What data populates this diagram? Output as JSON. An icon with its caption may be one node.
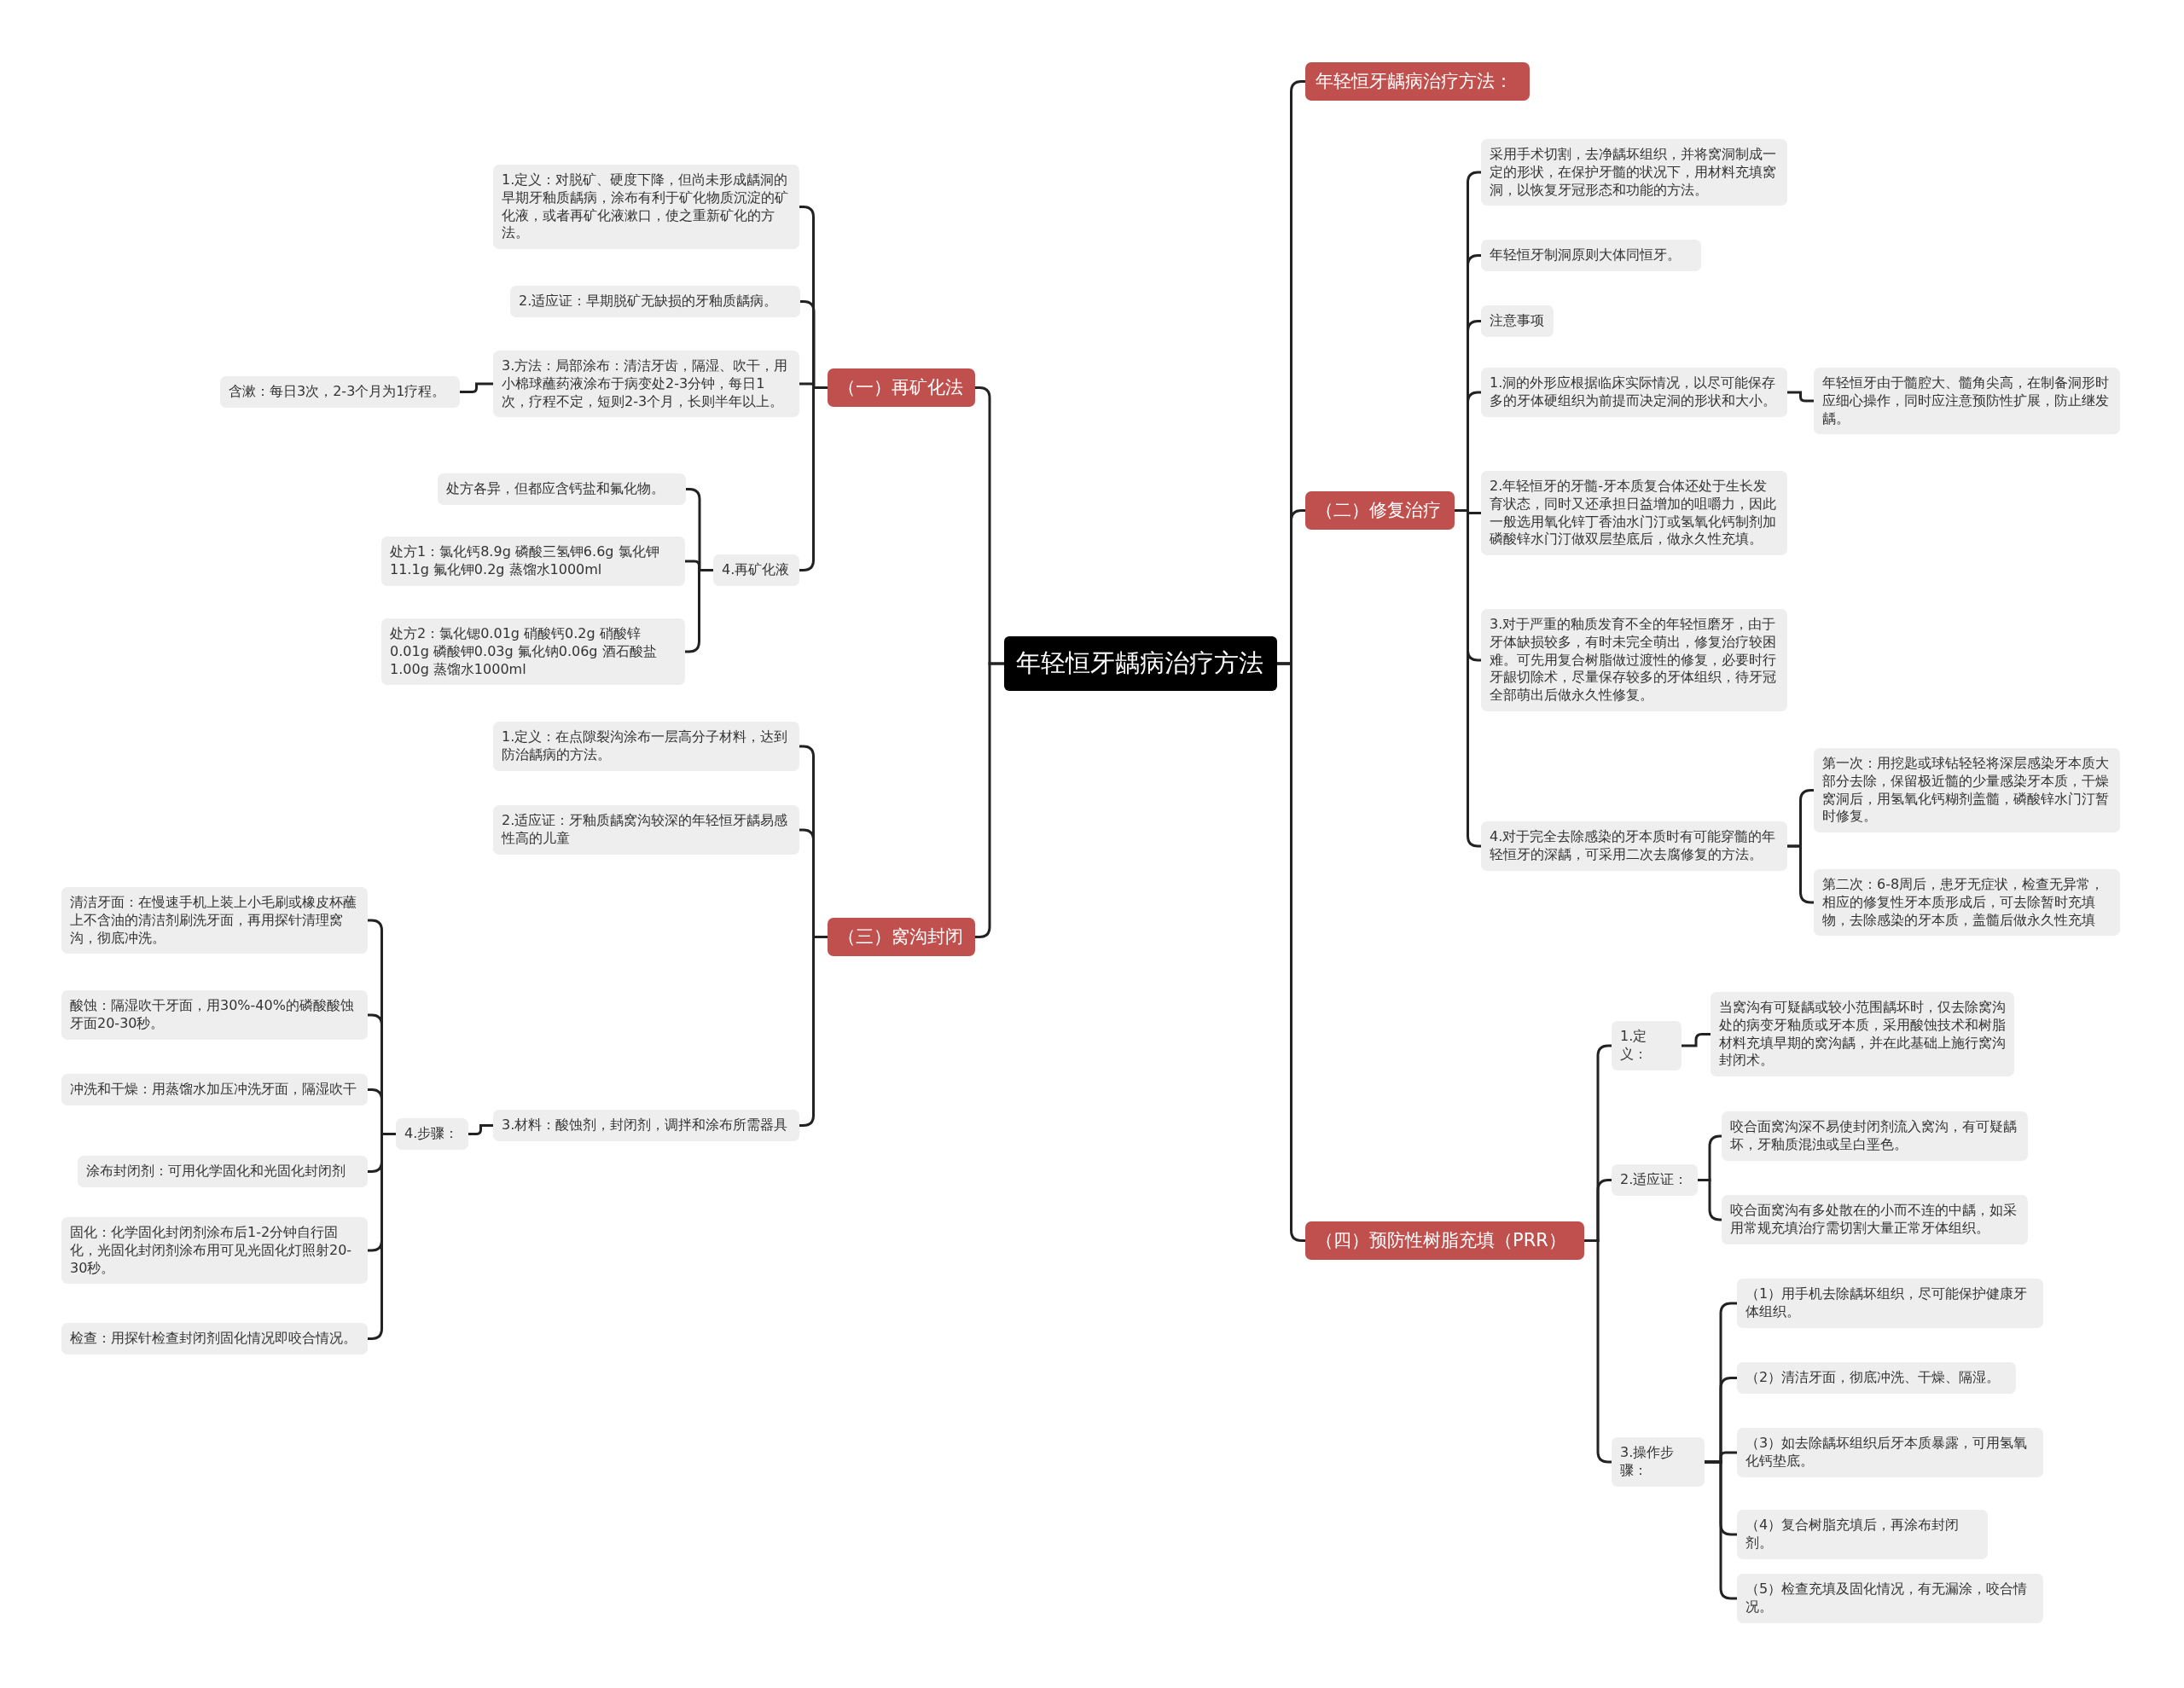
{
  "diagram": {
    "nodes": [
      {
        "text": [
          "年轻恒牙龋病治疗方法"
        ]
      },
      {
        "text": [
          "（一）再矿化法"
        ]
      },
      {
        "text": [
          "1.定义：对脱矿、硬度下降，但尚未形成龋洞的早期牙釉质龋病，涂布有利于矿化物质沉淀的矿化液，或者再矿化液漱口，使之重新矿化的方法。"
        ]
      },
      {
        "text": [
          "2.适应证：早期脱矿无缺损的牙釉质龋病。"
        ]
      },
      {
        "text": [
          "3.方法：局部涂布：清洁牙齿，隔湿、吹干，用小棉球蘸药液涂布于病变处2-3分钟，每日1次，疗程不定，短则2-3个月，长则半年以上。"
        ]
      },
      {
        "text": [
          "含漱：每日3次，2-3个月为1疗程。"
        ]
      },
      {
        "text": [
          "4.再矿化液"
        ]
      },
      {
        "text": [
          "处方各异，但都应含钙盐和氟化物。"
        ]
      },
      {
        "text": [
          "处方1：氯化钙8.9g 磷酸三氢钾6.6g 氯化钾11.1g 氟化钾0.2g 蒸馏水1000ml"
        ]
      },
      {
        "text": [
          "处方2：氯化锶0.01g 硝酸钙0.2g 硝酸锌0.01g 磷酸钾0.03g 氟化钠0.06g 酒石酸盐1.00g 蒸馏水1000ml"
        ]
      },
      {
        "text": [
          "（三）窝沟封闭"
        ]
      },
      {
        "text": [
          "1.定义：在点隙裂沟涂布一层高分子材料，达到防治龋病的方法。"
        ]
      },
      {
        "text": [
          "2.适应证：牙釉质龋窝沟较深的年轻恒牙龋易感性高的儿童"
        ]
      },
      {
        "text": [
          "3.材料：酸蚀剂，封闭剂，调拌和涂布所需器具"
        ]
      },
      {
        "text": [
          "4.步骤："
        ]
      },
      {
        "text": [
          "清洁牙面：在慢速手机上装上小毛刷或橡皮杯蘸上不含油的清洁剂刷洗牙面，再用探针清理窝沟，彻底冲洗。"
        ]
      },
      {
        "text": [
          "酸蚀：隔湿吹干牙面，用30%-40%的磷酸酸蚀牙面20-30秒。"
        ]
      },
      {
        "text": [
          "冲洗和干燥：用蒸馏水加压冲洗牙面，隔湿吹干"
        ]
      },
      {
        "text": [
          "涂布封闭剂：可用化学固化和光固化封闭剂"
        ]
      },
      {
        "text": [
          "固化：化学固化封闭剂涂布后1-2分钟自行固化，光固化封闭剂涂布用可见光固化灯照射20-30秒。"
        ]
      },
      {
        "text": [
          "检查：用探针检查封闭剂固化情况即咬合情况。"
        ]
      },
      {
        "text": [
          "年轻恒牙龋病治疗方法："
        ]
      },
      {
        "text": [
          "（二）修复治疗"
        ]
      },
      {
        "text": [
          "采用手术切割，去净龋坏组织，并将窝洞制成一定的形状，在保护牙髓的状况下，用材料充填窝洞，以恢复牙冠形态和功能的方法。"
        ]
      },
      {
        "text": [
          "年轻恒牙制洞原则大体同恒牙。"
        ]
      },
      {
        "text": [
          "注意事项"
        ]
      },
      {
        "text": [
          "1.洞的外形应根据临床实际情况，以尽可能保存多的牙体硬组织为前提而决定洞的形状和大小。"
        ]
      },
      {
        "text": [
          "年轻恒牙由于髓腔大、髓角尖高，在制备洞形时应细心操作，同时应注意预防性扩展，防止继发龋。"
        ]
      },
      {
        "text": [
          "2.年轻恒牙的牙髓-牙本质复合体还处于生长发育状态，同时又还承担日益增加的咀嚼力，因此一般选用氧化锌丁香油水门汀或氢氧化钙制剂加磷酸锌水门汀做双层垫底后，做永久性充填。"
        ]
      },
      {
        "text": [
          "3.对于严重的釉质发育不全的年轻恒磨牙，由于牙体缺损较多，有时未完全萌出，修复治疗较困难。可先用复合树脂做过渡性的修复，必要时行牙龈切除术，尽量保存较多的牙体组织，待牙冠全部萌出后做永久性修复。"
        ]
      },
      {
        "text": [
          "4.对于完全去除感染的牙本质时有可能穿髓的年轻恒牙的深龋，可采用二次去腐修复的方法。"
        ]
      },
      {
        "text": [
          "第一次：用挖匙或球钻轻轻将深层感染牙本质大部分去除，保留极近髓的少量感染牙本质，干燥窝洞后，用氢氧化钙糊剂盖髓，磷酸锌水门汀暂时修复。"
        ]
      },
      {
        "text": [
          "第二次：6-8周后，患牙无症状，检查无异常，相应的修复性牙本质形成后，可去除暂时充填物，去除感染的牙本质，盖髓后做永久性充填"
        ]
      },
      {
        "text": [
          "（四）预防性树脂充填（PRR）"
        ]
      },
      {
        "text": [
          "1.定义："
        ]
      },
      {
        "text": [
          "当窝沟有可疑龋或较小范围龋坏时，仅去除窝沟处的病变牙釉质或牙本质，采用酸蚀技术和树脂材料充填早期的窝沟龋，并在此基础上施行窝沟封闭术。"
        ]
      },
      {
        "text": [
          "2.适应证："
        ]
      },
      {
        "text": [
          "咬合面窝沟深不易使封闭剂流入窝沟，有可疑龋坏，牙釉质混浊或呈白垩色。"
        ]
      },
      {
        "text": [
          "咬合面窝沟有多处散在的小而不连的中龋，如采用常规充填治疗需切割大量正常牙体组织。"
        ]
      },
      {
        "text": [
          "3.操作步骤："
        ]
      },
      {
        "text": [
          "（1）用手机去除龋坏组织，尽可能保护健康牙体组织。"
        ]
      },
      {
        "text": [
          "（2）清洁牙面，彻底冲洗、干燥、隔湿。"
        ]
      },
      {
        "text": [
          "（3）如去除龋坏组织后牙本质暴露，可用氢氧化钙垫底。"
        ]
      },
      {
        "text": [
          "（4）复合树脂充填后，再涂布封闭剂。"
        ]
      },
      {
        "text": [
          "（5）检查充填及固化情况，有无漏涂，咬合情况。"
        ]
      }
    ],
    "edges": [
      {
        "from": 0,
        "to": 1,
        "arrow": "none"
      },
      {
        "from": 0,
        "to": 10,
        "arrow": "none"
      },
      {
        "from": 0,
        "to": 21,
        "arrow": "none"
      },
      {
        "from": 0,
        "to": 22,
        "arrow": "none"
      },
      {
        "from": 0,
        "to": 33,
        "arrow": "none"
      },
      {
        "from": 1,
        "to": 2,
        "arrow": "none"
      },
      {
        "from": 1,
        "to": 3,
        "arrow": "none"
      },
      {
        "from": 1,
        "to": 4,
        "arrow": "none"
      },
      {
        "from": 1,
        "to": 6,
        "arrow": "none"
      },
      {
        "from": 4,
        "to": 5,
        "arrow": "none"
      },
      {
        "from": 6,
        "to": 7,
        "arrow": "none"
      },
      {
        "from": 6,
        "to": 8,
        "arrow": "none"
      },
      {
        "from": 6,
        "to": 9,
        "arrow": "none"
      },
      {
        "from": 10,
        "to": 11,
        "arrow": "none"
      },
      {
        "from": 10,
        "to": 12,
        "arrow": "none"
      },
      {
        "from": 10,
        "to": 13,
        "arrow": "none"
      },
      {
        "from": 13,
        "to": 14,
        "arrow": "none"
      },
      {
        "from": 14,
        "to": 15,
        "arrow": "none"
      },
      {
        "from": 14,
        "to": 16,
        "arrow": "none"
      },
      {
        "from": 14,
        "to": 17,
        "arrow": "none"
      },
      {
        "from": 14,
        "to": 18,
        "arrow": "none"
      },
      {
        "from": 14,
        "to": 19,
        "arrow": "none"
      },
      {
        "from": 14,
        "to": 20,
        "arrow": "none"
      },
      {
        "from": 22,
        "to": 23,
        "arrow": "none"
      },
      {
        "from": 22,
        "to": 24,
        "arrow": "none"
      },
      {
        "from": 22,
        "to": 25,
        "arrow": "none"
      },
      {
        "from": 22,
        "to": 26,
        "arrow": "none"
      },
      {
        "from": 22,
        "to": 28,
        "arrow": "none"
      },
      {
        "from": 22,
        "to": 29,
        "arrow": "none"
      },
      {
        "from": 22,
        "to": 30,
        "arrow": "none"
      },
      {
        "from": 26,
        "to": 27,
        "arrow": "none"
      },
      {
        "from": 30,
        "to": 31,
        "arrow": "none"
      },
      {
        "from": 30,
        "to": 32,
        "arrow": "none"
      },
      {
        "from": 33,
        "to": 34,
        "arrow": "none"
      },
      {
        "from": 33,
        "to": 36,
        "arrow": "none"
      },
      {
        "from": 33,
        "to": 39,
        "arrow": "none"
      },
      {
        "from": 34,
        "to": 35,
        "arrow": "none"
      },
      {
        "from": 36,
        "to": 37,
        "arrow": "none"
      },
      {
        "from": 36,
        "to": 38,
        "arrow": "none"
      },
      {
        "from": 39,
        "to": 40,
        "arrow": "none"
      },
      {
        "from": 39,
        "to": 41,
        "arrow": "none"
      },
      {
        "from": 39,
        "to": 42,
        "arrow": "none"
      },
      {
        "from": 39,
        "to": 43,
        "arrow": "none"
      },
      {
        "from": 39,
        "to": 44,
        "arrow": "none"
      }
    ]
  }
}
